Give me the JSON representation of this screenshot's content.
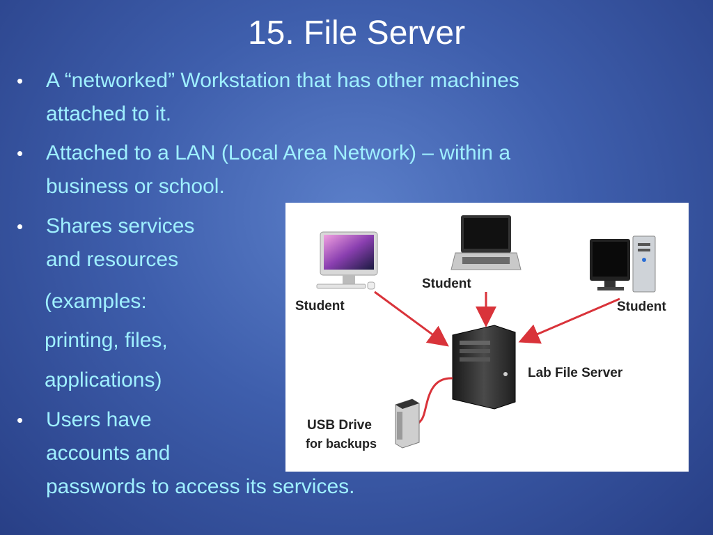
{
  "slide": {
    "title": "15. File Server",
    "bullets": [
      {
        "lines": [
          "A “networked” Workstation that has other machines",
          "attached to it."
        ]
      },
      {
        "lines": [
          "Attached to a LAN (Local Area Network) – within a",
          "business or school."
        ]
      },
      {
        "lines": [
          "Shares services",
          "and resources"
        ]
      },
      {
        "lines": [
          "Users have",
          "accounts and",
          "passwords to access its services."
        ]
      }
    ],
    "subtext": [
      "(examples:",
      "printing, files,",
      "applications)"
    ]
  },
  "diagram": {
    "labels": {
      "student_left": "Student",
      "student_center": "Student",
      "student_right": "Student",
      "server": "Lab File Server",
      "usb_line1": "USB Drive",
      "usb_line2": "for backups"
    },
    "arrow_color": "#d9333a",
    "cable_color": "#d9333a"
  }
}
